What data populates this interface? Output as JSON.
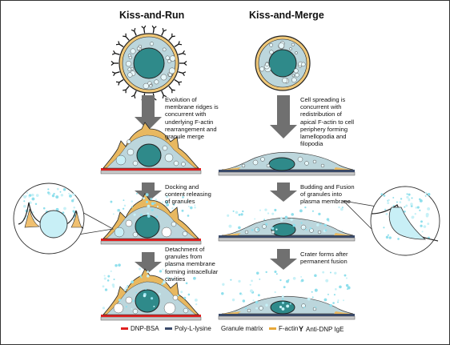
{
  "columns": {
    "left_title": "Kiss-and-Run",
    "right_title": "Kiss-and-Merge"
  },
  "steps": {
    "left_1": "Evolution of\nmembrane ridges is\nconcurrent with\nunderlying F-actin\nrearrangement and\ngranule merge",
    "left_2": "Docking and\ncontent releasing\nof granules",
    "left_3": "Detachment of\ngranules from\nplasma membrane\nforming intracellular\ncavities",
    "right_1": "Cell spreading is\nconcurrent with\nredistribution of\napical F-actin to cell\nperiphery forming\nlamellopodia and\nfilopodia",
    "right_2": "Budding and Fusion\nof granules into\nplasma membrane",
    "right_3": "Crater forms after\npermanent fusion"
  },
  "legend": [
    {
      "label": "DNP-BSA",
      "color": "#e02020",
      "symbol": "bar"
    },
    {
      "label": "Poly-L-lysine",
      "color": "#3a4a6a",
      "symbol": "bar"
    },
    {
      "label": "Granule matrix",
      "color": "#9fe4ef",
      "symbol": "dots"
    },
    {
      "label": "F-actin",
      "color": "#e8a838",
      "symbol": "bar"
    },
    {
      "label": "Anti-DNP IgE",
      "color": "#111111",
      "symbol": "Y-icon"
    }
  ],
  "colors": {
    "cytoplasm": "#bcd6dc",
    "nucleus": "#2f8a8a",
    "actin": "#f0c070",
    "arrow": "#707070",
    "substrate": "#c8c8c8"
  }
}
